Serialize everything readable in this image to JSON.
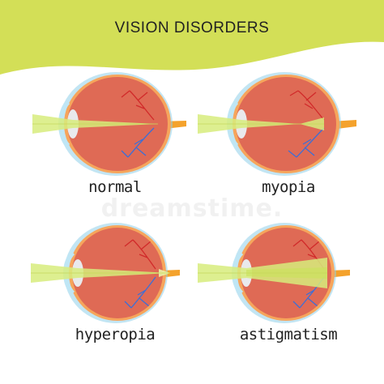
{
  "header": {
    "title": "VISION DISORDERS"
  },
  "colors": {
    "banner": "#d3df57",
    "sclera": "#8fd0ea",
    "eyeball": "#df6a55",
    "choroid": "#f6a55c",
    "vessel_red": "#d12a2a",
    "vessel_blue": "#3d6fd6",
    "beam": "#d7ec7c",
    "nerve": "#f4a22c"
  },
  "panels": [
    {
      "label": "normal",
      "condition": "normal"
    },
    {
      "label": "myopia",
      "condition": "myopia"
    },
    {
      "label": "hyperopia",
      "condition": "hyperopia"
    },
    {
      "label": "astigmatism",
      "condition": "astigmatism"
    }
  ],
  "watermark": "dreamstime."
}
